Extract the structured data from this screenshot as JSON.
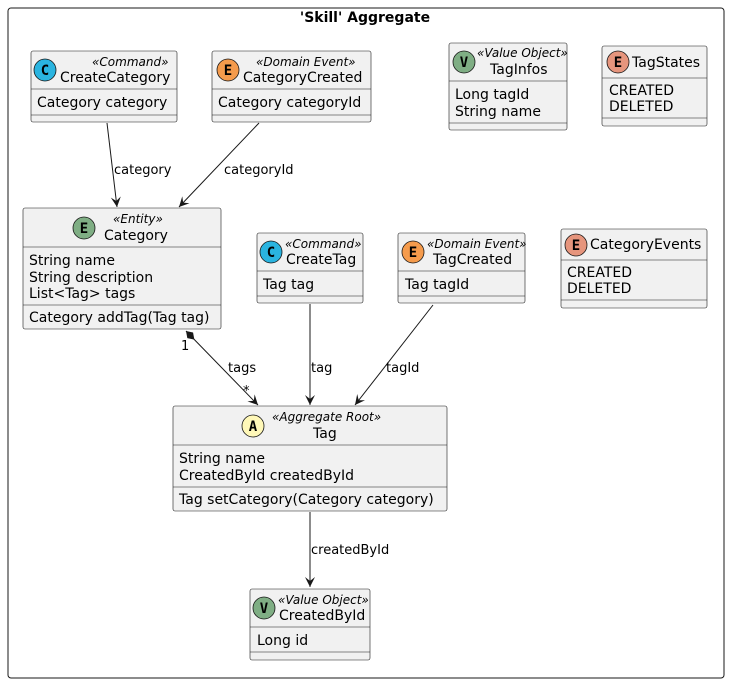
{
  "package": {
    "title": "'Skill' Aggregate"
  },
  "colors": {
    "command": "#2AB4E0",
    "domain_event": "#F59B4C",
    "entity": "#7FAE84",
    "value_object": "#7FAE84",
    "enum": "#E6957D",
    "aggregate_root": "#FFF8B8",
    "box_fill": "#F1F1F1",
    "border": "#181818"
  },
  "classes": {
    "create_category": {
      "badge": "C",
      "stereotype": "«Command»",
      "name": "CreateCategory",
      "fields": [
        "Category category"
      ],
      "methods": []
    },
    "category_created": {
      "badge": "E",
      "stereotype": "«Domain Event»",
      "name": "CategoryCreated",
      "fields": [
        "Category categoryId"
      ],
      "methods": []
    },
    "tag_infos": {
      "badge": "V",
      "stereotype": "«Value Object»",
      "name": "TagInfos",
      "fields": [
        "Long tagId",
        "String name"
      ],
      "methods": []
    },
    "tag_states": {
      "badge": "E",
      "stereotype": "",
      "name": "TagStates",
      "fields": [
        "CREATED",
        "DELETED"
      ],
      "methods": []
    },
    "category": {
      "badge": "E",
      "stereotype": "«Entity»",
      "name": "Category",
      "fields": [
        "String name",
        "String description",
        "List<Tag> tags"
      ],
      "methods": [
        "Category addTag(Tag tag)"
      ]
    },
    "create_tag": {
      "badge": "C",
      "stereotype": "«Command»",
      "name": "CreateTag",
      "fields": [
        "Tag tag"
      ],
      "methods": []
    },
    "tag_created": {
      "badge": "E",
      "stereotype": "«Domain Event»",
      "name": "TagCreated",
      "fields": [
        "Tag tagId"
      ],
      "methods": []
    },
    "category_events": {
      "badge": "E",
      "stereotype": "",
      "name": "CategoryEvents",
      "fields": [
        "CREATED",
        "DELETED"
      ],
      "methods": []
    },
    "tag": {
      "badge": "A",
      "stereotype": "«Aggregate Root»",
      "name": "Tag",
      "fields": [
        "String name",
        "CreatedById createdById"
      ],
      "methods": [
        "Tag setCategory(Category category)"
      ]
    },
    "created_by_id": {
      "badge": "V",
      "stereotype": "«Value Object»",
      "name": "CreatedById",
      "fields": [
        "Long id"
      ],
      "methods": []
    }
  },
  "relations": [
    {
      "from": "CreateCategory",
      "to": "Category",
      "label": "category"
    },
    {
      "from": "CategoryCreated",
      "to": "Category",
      "label": "categoryId"
    },
    {
      "from": "Category",
      "to": "Tag",
      "label": "tags",
      "from_mult": "1",
      "to_mult": "*"
    },
    {
      "from": "CreateTag",
      "to": "Tag",
      "label": "tag"
    },
    {
      "from": "TagCreated",
      "to": "Tag",
      "label": "tagId"
    },
    {
      "from": "Tag",
      "to": "CreatedById",
      "label": "createdById"
    }
  ]
}
